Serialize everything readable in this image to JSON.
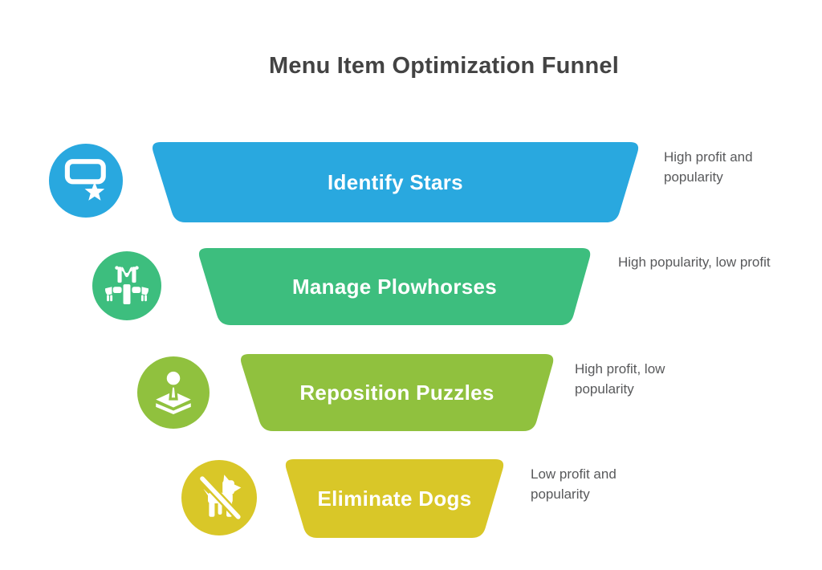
{
  "title": "Menu Item Optimization Funnel",
  "text_colors": {
    "title": "#434343",
    "caption": "#58595b",
    "band_label": "#ffffff"
  },
  "funnel": {
    "stages": [
      {
        "label": "Identify Stars",
        "caption": "High profit and popularity",
        "color": "#29A8DF",
        "icon": "star-badge-icon"
      },
      {
        "label": "Manage Plowhorses",
        "caption": "High popularity, low profit",
        "color": "#3DBE7E",
        "icon": "plowhorse-icon"
      },
      {
        "label": "Reposition Puzzles",
        "caption": "High profit, low popularity",
        "color": "#90C13E",
        "icon": "map-pin-layers-icon"
      },
      {
        "label": "Eliminate Dogs",
        "caption": "Low profit and popularity",
        "color": "#D9C728",
        "icon": "no-dog-icon"
      }
    ]
  }
}
